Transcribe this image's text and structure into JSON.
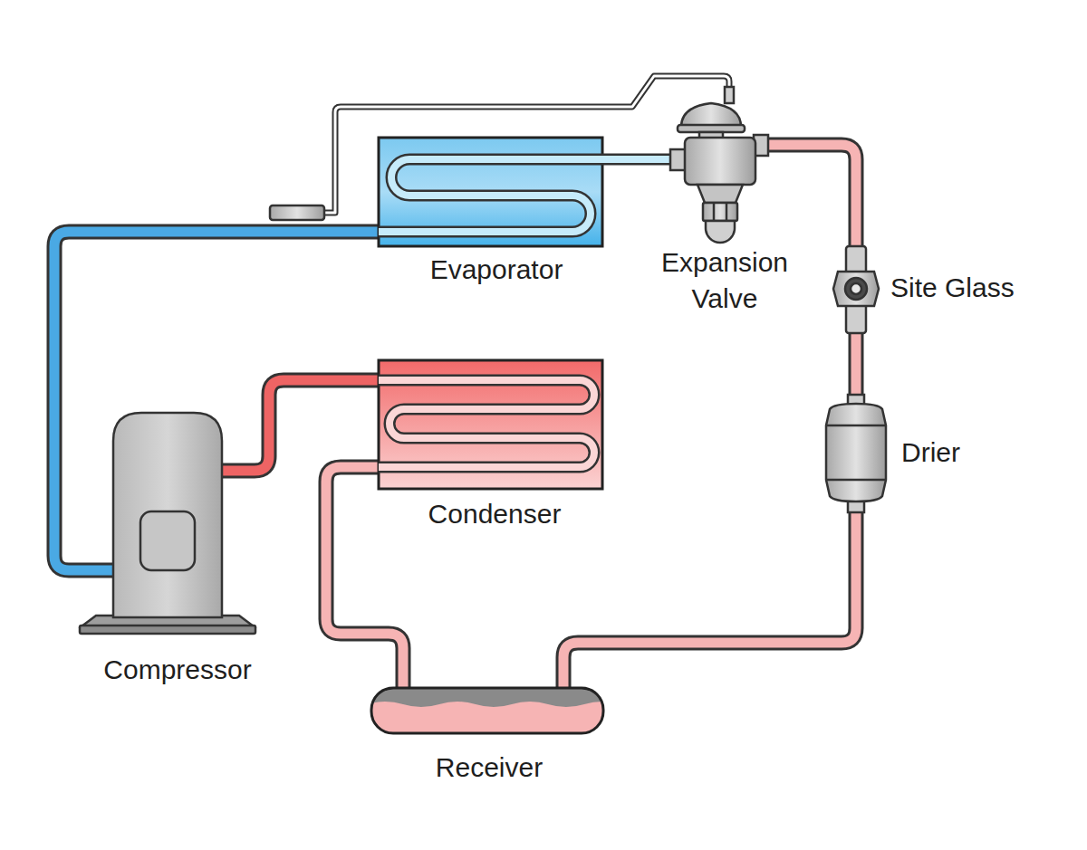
{
  "diagram": {
    "labels": [
      "Evaporator",
      "Expansion Valve",
      "Site Glass",
      "Drier",
      "Condenser",
      "Compressor",
      "Receiver"
    ]
  }
}
